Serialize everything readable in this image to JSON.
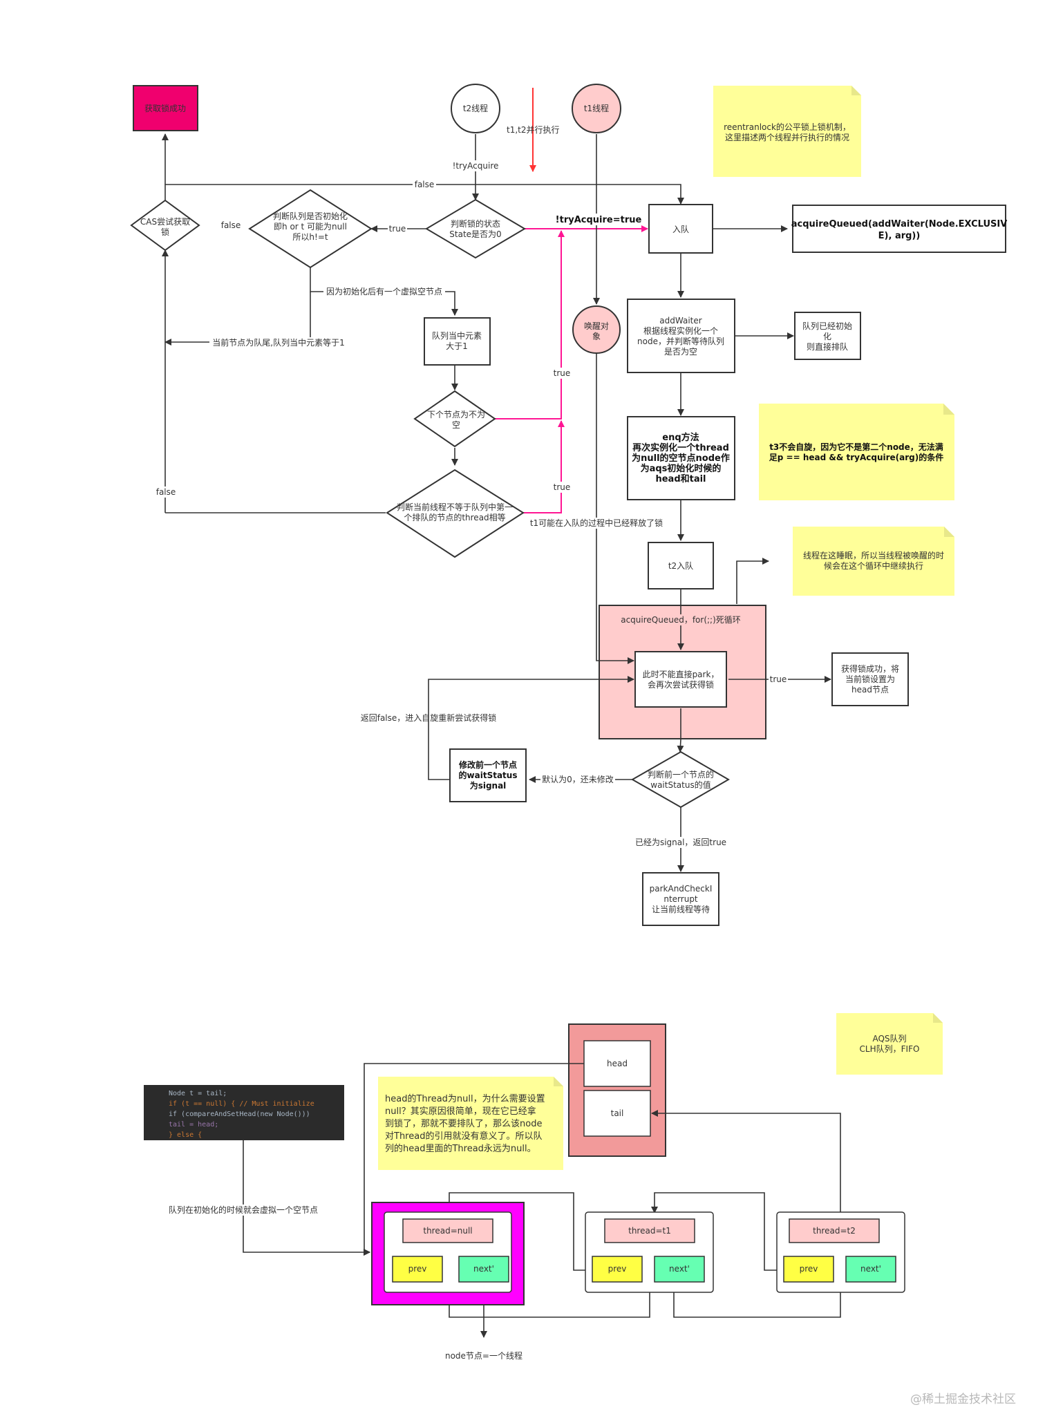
{
  "colors": {
    "pink": "#ff1493",
    "magenta": "#ff00ff",
    "note": "#ffff99",
    "lightred": "#ffcccc",
    "salmon": "#f29a9a",
    "yellow": "#ffff44",
    "mint": "#66ffb2",
    "code_bg": "#2b2b2b"
  },
  "top": {
    "get_lock_success": "获取锁成功",
    "t2_thread": "t2线程",
    "t1_thread": "t1线程",
    "parallel_note": "t1,t2并行执行",
    "note_fair_lock": [
      "reentranlock的公平锁上锁机制，",
      "这里描述两个线程并行执行的情况"
    ],
    "try_acquire": "!tryAcquire",
    "false_top": "false",
    "cas_try": [
      "CAS尝试获取",
      "锁"
    ],
    "false_cas": "false",
    "judge_init": [
      "判断队列是否初始化",
      "即h or t 可能为null",
      "所以h!=t"
    ],
    "true_init": "true",
    "judge_state": [
      "判断锁的状态",
      "State是否为0"
    ],
    "try_acquire_true": "!tryAcquire=true",
    "enqueue": "入队",
    "acquire_queued": [
      "acquireQueued(addWaiter(Node.EXCLUSIV",
      "E), arg))"
    ],
    "virtual_node_note": "因为初始化后有一个虚拟空节点",
    "queue_gt1": [
      "队列当中元素",
      "大于1"
    ],
    "tail_note": "当前节点为队尾,队列当中元素等于1",
    "next_not_null": [
      "下个节点为不为",
      "空"
    ],
    "true_a": "true",
    "true_b": "true",
    "false_left": "false",
    "judge_thread": [
      "判断当前线程不等于队列中第一",
      "个排队的节点的thread相等"
    ],
    "t1_released": "t1可能在入队的过程中已经释放了锁",
    "wake_obj": [
      "唤醒对",
      "象"
    ],
    "add_waiter": [
      "addWaiter",
      "根据线程实例化一个",
      "node，并判断等待队列",
      "是否为空"
    ],
    "queue_inited": [
      "队列已经初始",
      "化",
      "则直接排队"
    ],
    "enq": [
      "enq方法",
      "再次实例化一个thread",
      "为null的空节点node作",
      "为aqs初始化时候的",
      "head和tail"
    ],
    "note_t3": [
      "t3不会自旋，因为它不是第二个node，无法满",
      "足p  == head && tryAcquire(arg)的条件"
    ],
    "t2_enq": "t2入队",
    "note_sleep": [
      "线程在这睡眠，所以当线程被唤醒的时",
      "候会在这个循环中继续执行"
    ],
    "loop_label": "acquireQueued，for(;;)死循环",
    "no_direct_park": [
      "此时不能直接park，",
      "会再次尝试获得锁"
    ],
    "true_lock": "true",
    "got_lock": [
      "获得锁成功，将",
      "当前锁设置为",
      "head节点"
    ],
    "return_false": "返回false，进入自旋重新尝试获得锁",
    "modify_prev": [
      "修改前一个节点",
      "的waitStatus",
      "为signal"
    ],
    "default0": "默认为0，还未修改",
    "judge_wait": [
      "判断前一个节点的",
      "waitStatus的值"
    ],
    "already_signal": "已经为signal，返回true",
    "park": [
      "parkAndCheckI",
      "nterrupt",
      "让当前线程等待"
    ]
  },
  "bottom": {
    "head": "head",
    "tail": "tail",
    "aqs_note": [
      "AQS队列",
      "CLH队列，FIFO"
    ],
    "head_thread_note": [
      "head的Thread为null，为什么需要设置",
      "null？其实原因很简单，现在它已经拿",
      "到锁了，那就不要排队了，那么该node",
      "对Thread的引用就没有意义了。所以队",
      "列的head里面的Thread永远为null。"
    ],
    "code": [
      "Node t = tail;",
      "if (t == null) { // Must initialize",
      "    if (compareAndSetHead(new Node()))",
      "        tail = head;",
      "} else {"
    ],
    "init_note": "队列在初始化的时候就会虚拟一个空节点",
    "node0_thread": "thread=null",
    "node1_thread": "thread=t1",
    "node2_thread": "thread=t2",
    "prev": "prev",
    "next": "next'",
    "node_is_thread": "node节点=一个线程"
  },
  "watermark": "@稀土掘金技术社区"
}
